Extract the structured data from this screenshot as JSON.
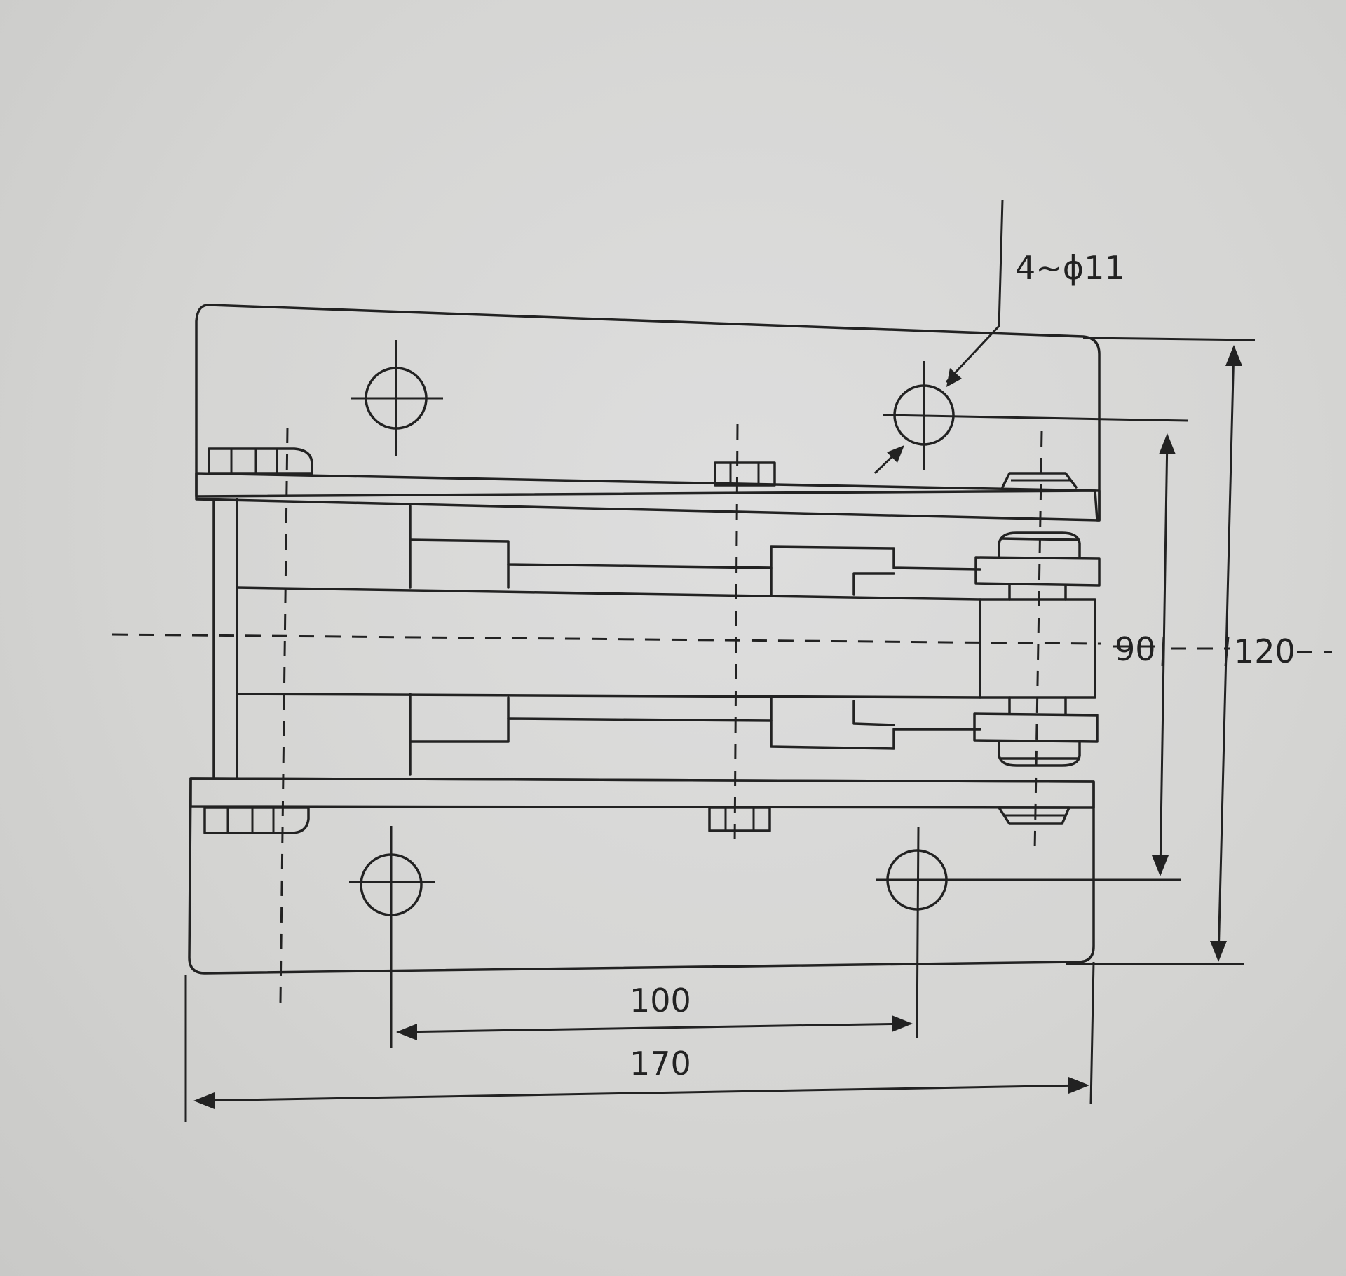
{
  "dimensions": {
    "hole_spec": "4~ϕ11",
    "hole_spacing_vertical": "90",
    "overall_height": "120",
    "hole_spacing_horizontal": "100",
    "overall_width": "170"
  },
  "colors": {
    "ink": "#222222",
    "paper": "#d6d6d4"
  }
}
